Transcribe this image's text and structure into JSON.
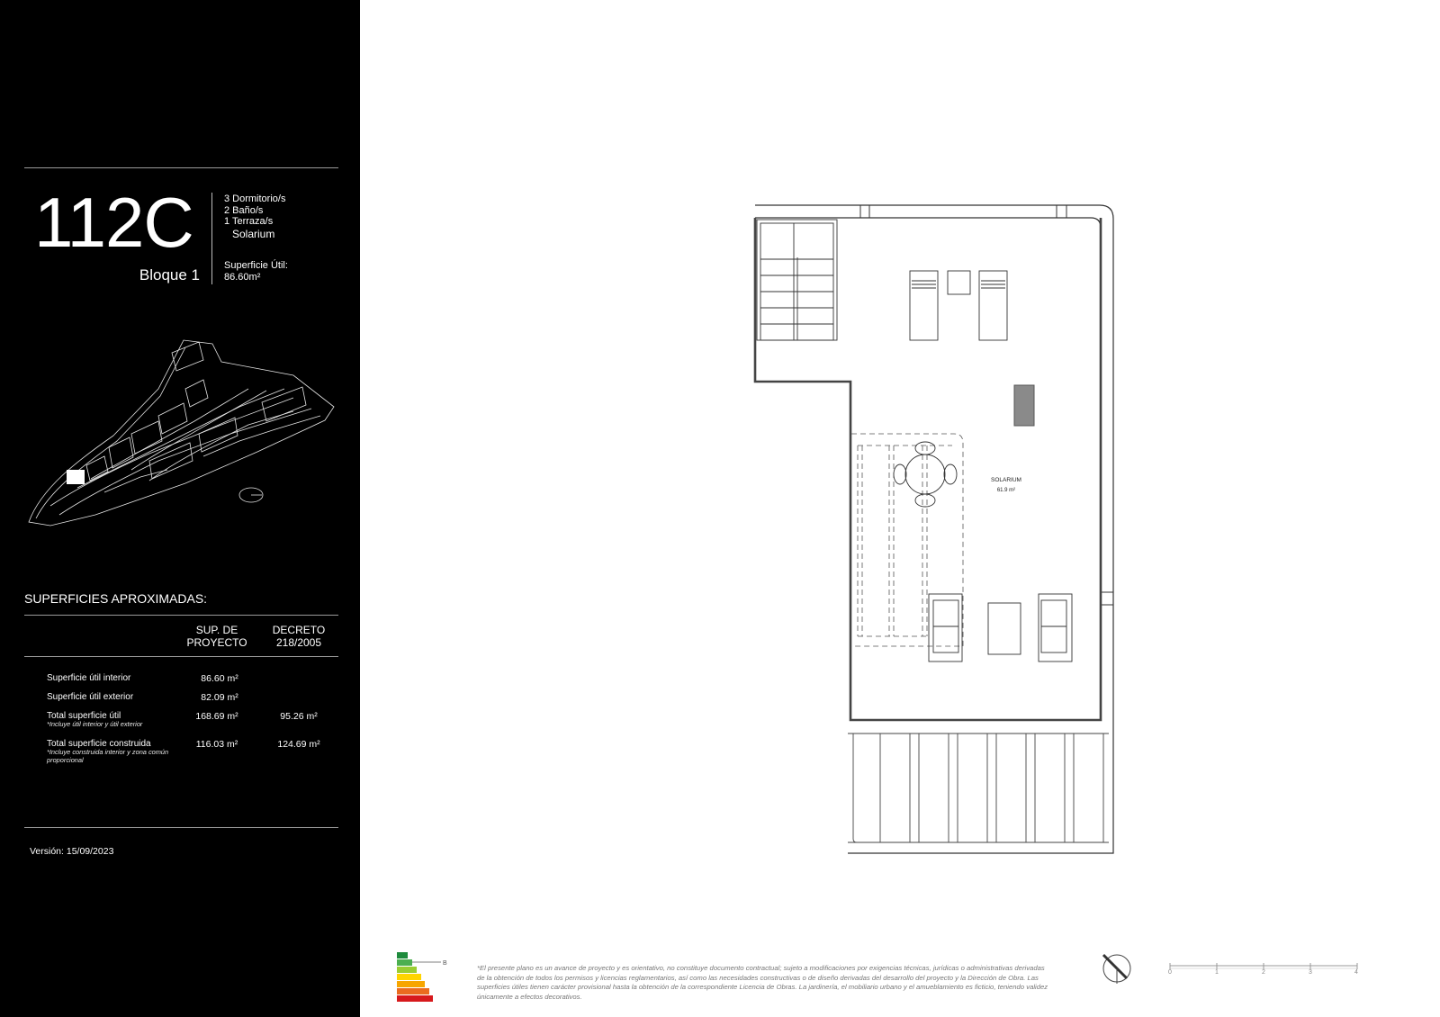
{
  "unit": {
    "code": "112C",
    "bloque": "Bloque 1",
    "features": [
      "3 Dormitorio/s",
      "2 Baño/s",
      "1 Terraza/s"
    ],
    "extra_feature": "Solarium",
    "superficie_util_label": "Superficie Útil:",
    "superficie_util_value": "86.60m²"
  },
  "surfaces": {
    "title": "SUPERFICIES APROXIMADAS:",
    "col1": [
      "SUP. DE",
      "PROYECTO"
    ],
    "col2": [
      "DECRETO",
      "218/2005"
    ],
    "rows": [
      {
        "label": "Superficie útil interior",
        "note": "",
        "proyecto": "86.60 m²",
        "decreto": ""
      },
      {
        "label": "Superficie útil exterior",
        "note": "",
        "proyecto": "82.09 m²",
        "decreto": ""
      },
      {
        "label": "Total superficie útil",
        "note": "*Incluye útil interior y útil exterior",
        "proyecto": "168.69 m²",
        "decreto": "95.26 m²"
      },
      {
        "label": "Total superficie construida",
        "note": "*Incluye construida interior y zona común proporcional",
        "proyecto": "116.03 m²",
        "decreto": "124.69 m²"
      }
    ]
  },
  "version": "Versión: 15/09/2023",
  "plan": {
    "room_label": "SOLARIUM",
    "room_area": "61.9 m²"
  },
  "footer": {
    "disclaimer": "*El presente plano es un avance de proyecto y es orientativo, no constituye documento contractual; sujeto a modificaciones por exigencias técnicas, jurídicas o administrativas derivadas de la obtención de todos los permisos y licencias reglamentarios, así como las necesidades constructivas o de diseño derivadas del desarrollo del proyecto y la Dirección de Obra. Las superficies útiles tienen carácter provisional hasta la obtención de la correspondiente Licencia de Obras. La jardinería, el mobiliario urbano y el amueblamiento es ficticio, teniendo validez únicamente a efectos decorativos.",
    "energy_rating": "B",
    "scale_ticks": [
      "0",
      "1",
      "2",
      "3",
      "4"
    ]
  },
  "colors": {
    "sidebar_bg": "#000000",
    "plan_line": "#333333",
    "energy": [
      "#1e8b3c",
      "#4caf50",
      "#9acd32",
      "#ffd400",
      "#f7a600",
      "#ea6b1f",
      "#d7191c"
    ]
  },
  "icons": [
    "north-arrow-icon",
    "compass-icon",
    "energy-label-icon",
    "scale-bar-icon"
  ]
}
